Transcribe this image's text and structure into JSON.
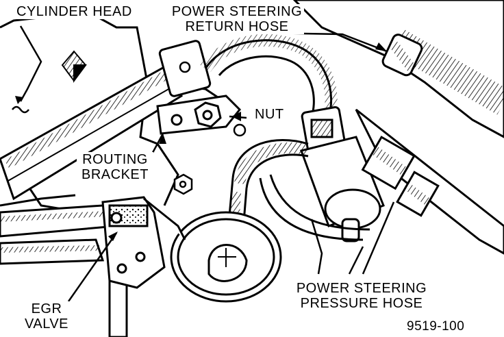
{
  "labels": {
    "cylinder_head": "CYLINDER HEAD",
    "ps_return_line1": "POWER STEERING",
    "ps_return_line2": "RETURN HOSE",
    "nut": "NUT",
    "routing_line1": "ROUTING",
    "routing_line2": "BRACKET",
    "ps_pressure_line1": "POWER STEERING",
    "ps_pressure_line2": "PRESSURE HOSE",
    "egr_line1": "EGR",
    "egr_line2": "VALVE",
    "figure_number": "9519-100"
  },
  "colors": {
    "ink": "#000000",
    "paper": "#ffffff"
  }
}
